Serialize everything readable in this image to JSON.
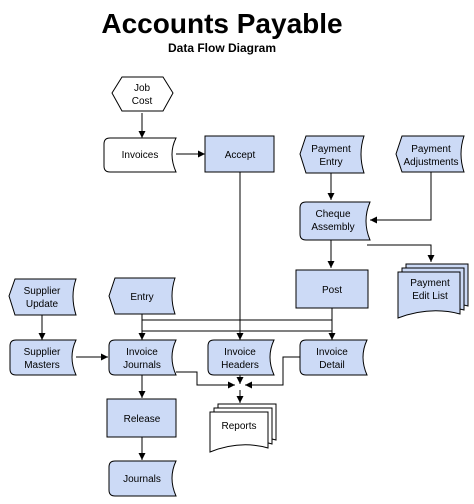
{
  "title": "Accounts Payable",
  "subtitle": "Data Flow Diagram",
  "nodes": {
    "job_cost": [
      "Job",
      "Cost"
    ],
    "invoices": [
      "Invoices"
    ],
    "accept": [
      "Accept"
    ],
    "payment_entry": [
      "Payment",
      "Entry"
    ],
    "payment_adjustments": [
      "Payment",
      "Adjustments"
    ],
    "cheque_assembly": [
      "Cheque",
      "Assembly"
    ],
    "post": [
      "Post"
    ],
    "payment_edit_list": [
      "Payment",
      "Edit List"
    ],
    "supplier_update": [
      "Supplier",
      "Update"
    ],
    "entry": [
      "Entry"
    ],
    "supplier_masters": [
      "Supplier",
      "Masters"
    ],
    "invoice_journals": [
      "Invoice",
      "Journals"
    ],
    "invoice_headers": [
      "Invoice",
      "Headers"
    ],
    "invoice_detail": [
      "Invoice",
      "Detail"
    ],
    "release": [
      "Release"
    ],
    "reports": [
      "Reports"
    ],
    "journals": [
      "Journals"
    ]
  },
  "colors": {
    "shape_fill": "#ccdaf6",
    "stroke": "#000000",
    "background": "#ffffff"
  }
}
